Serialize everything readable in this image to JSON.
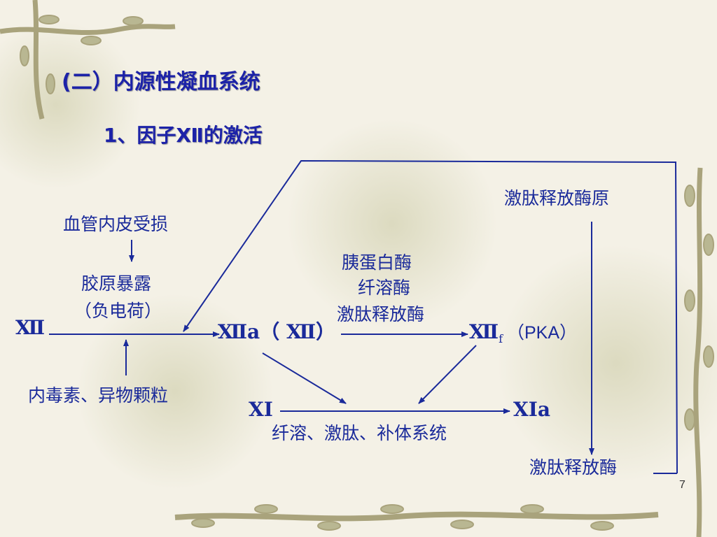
{
  "slide": {
    "title": "(二）内源性凝血系统",
    "subtitle": "1、因子Ⅻ的激活",
    "page_number": "7"
  },
  "diagram": {
    "nodes": {
      "endothelium_damage": "血管内皮受损",
      "collagen_exposure": "胶原暴露",
      "negative_charge": "（负电荷）",
      "endotoxin": "内毒素、异物颗粒",
      "factor_xii": "Ⅻ",
      "factor_xiia": "Ⅻa（ Ⅻ）",
      "factor_xiif_main": "Ⅻ",
      "factor_xiif_sub": "f",
      "pka": "（PKA）",
      "kallikreinogen": "激肽释放酶原",
      "kallikrein": "激肽释放酶",
      "trypsin": "胰蛋白酶",
      "plasmin": "纤溶酶",
      "kallikrein_enzyme": "激肽释放酶",
      "factor_xi": "XI",
      "factor_xia": "XIa",
      "systems": "纤溶、激肽、补体系统"
    }
  },
  "colors": {
    "text": "#1a2a9a",
    "arrow": "#1a2a9a",
    "background": "#f4f1e6"
  }
}
